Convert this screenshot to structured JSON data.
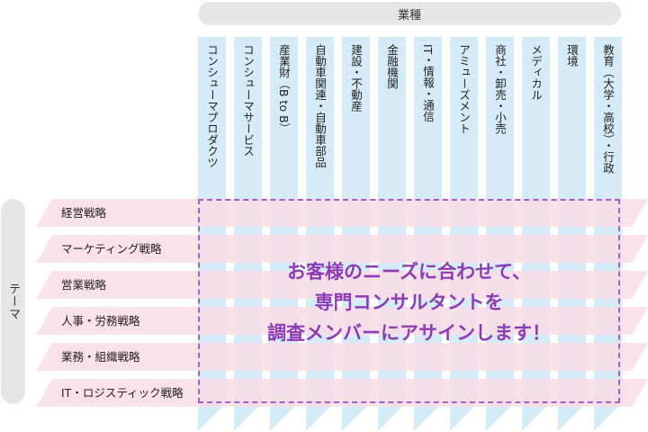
{
  "header": {
    "label": "業種"
  },
  "side": {
    "label": "テーマ"
  },
  "industries": [
    "コンシューマプロダクツ",
    "コンシューマサービス",
    "産業財（B to B）",
    "自動車関連・自動車部品",
    "建設・不動産",
    "金融機関",
    "IT・情報・通信",
    "アミューズメント",
    "商社・卸売・小売",
    "メディカル",
    "環境",
    "教育（大学・高校）・行政"
  ],
  "themes": [
    "経営戦略",
    "マーケティング戦略",
    "営業戦略",
    "人事・労務戦略",
    "業務・組織戦略",
    "IT・ロジスティック戦略"
  ],
  "callout": {
    "line1": "お客様のニーズに合わせて、",
    "line2": "専門コンサルタントを",
    "line3": "調査メンバーにアサインします！"
  },
  "colors": {
    "column": "#d6ebf8",
    "row": "#f9dde5",
    "callout": "#8e3cb5",
    "dash": "#a361c8"
  }
}
